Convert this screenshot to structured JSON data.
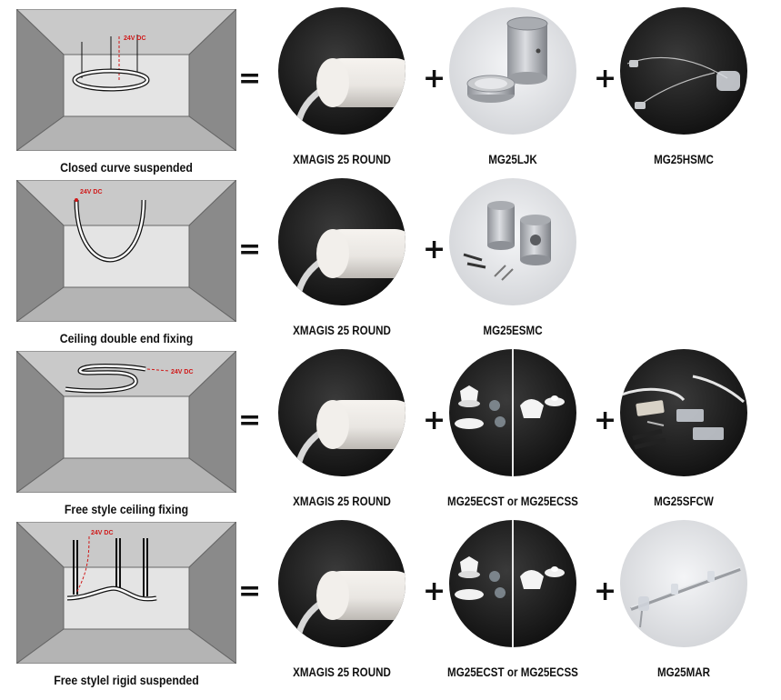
{
  "symbols": {
    "equals": "=",
    "plus": "+"
  },
  "rows": [
    {
      "caption": "Closed curve suspended",
      "voltage": "24V DC",
      "products": [
        "XMAGIS 25 ROUND",
        "MG25LJK",
        "MG25HSMC"
      ]
    },
    {
      "caption": "Ceiling double end fixing",
      "voltage": "24V DC",
      "products": [
        "XMAGIS 25 ROUND",
        "MG25ESMC"
      ]
    },
    {
      "caption": "Free style ceiling fixing",
      "voltage": "24V DC",
      "products": [
        "XMAGIS 25 ROUND",
        "MG25ECST or MG25ECSS",
        "MG25SFCW"
      ]
    },
    {
      "caption": "Free stylel rigid suspended",
      "voltage": "24V DC",
      "products": [
        "XMAGIS 25 ROUND",
        "MG25ECST or MG25ECSS",
        "MG25MAR"
      ]
    }
  ],
  "colors": {
    "ceiling": "#c9c9c9",
    "side_wall": "#8a8a8a",
    "back_wall": "#e4e4e4",
    "floor": "#b4b4b4",
    "cable_red": "#d01818",
    "dark_disc": "#1e1e1e",
    "light_disc": "#e6e7ea"
  }
}
